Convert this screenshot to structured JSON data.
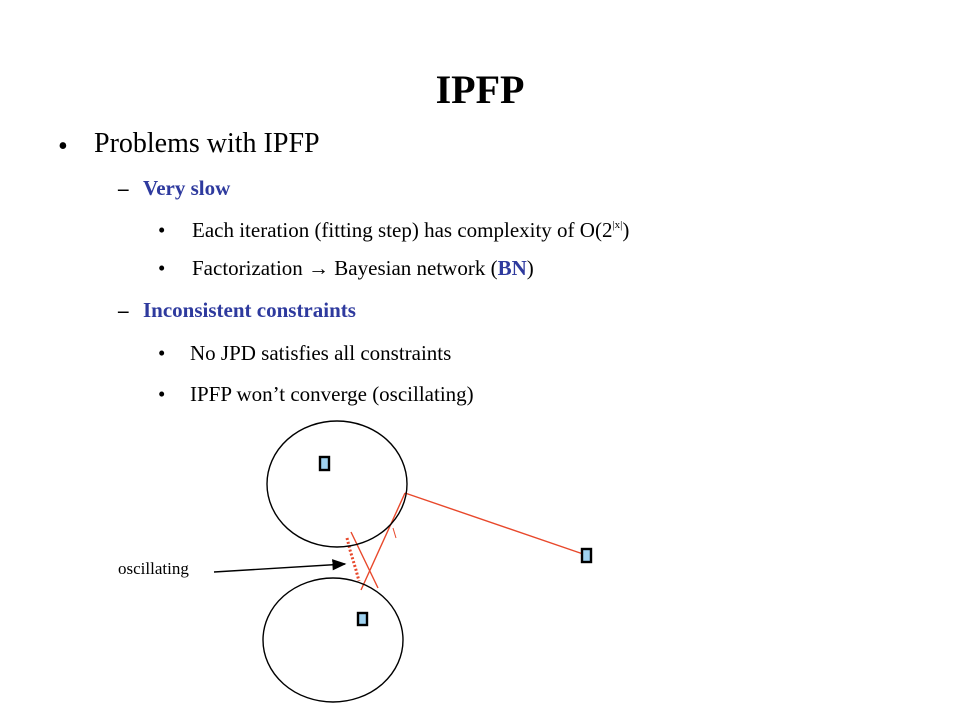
{
  "slide": {
    "title": "IPFP",
    "bullets": {
      "problems": "Problems with IPFP",
      "very_slow": "Very slow",
      "iteration_prefix": "Each iteration (fitting step) has complexity of O(2",
      "iteration_exponent": "|x|",
      "iteration_suffix": ")",
      "factorization_prefix": "Factorization → Bayesian network (",
      "factorization_bn": "BN",
      "factorization_suffix": ")",
      "inconsistent": "Inconsistent constraints",
      "no_jpd": "No JPD satisfies all constraints",
      "wont_converge": "IPFP won’t converge (oscillating)"
    },
    "markers": {
      "bullet": "•",
      "dash": "–"
    },
    "diagram": {
      "oscillating_label": "oscillating"
    },
    "colors": {
      "accent_blue": "#2e3a9e",
      "line_red": "#e8482b",
      "node_fill": "#9fd2f0"
    }
  }
}
